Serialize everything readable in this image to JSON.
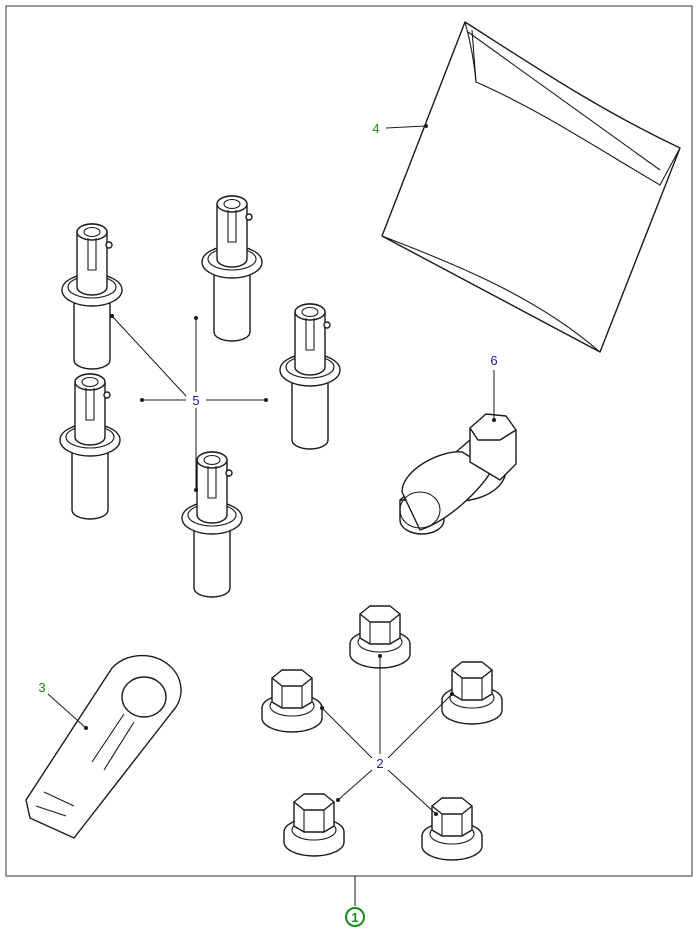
{
  "colors": {
    "green_label": "#1a8a1a",
    "blue_label": "#1a1aa8",
    "line": "#1a1a1a"
  },
  "callouts": {
    "item1": "1",
    "item2": "2",
    "item3": "3",
    "item4": "4",
    "item5": "5",
    "item6": "6"
  }
}
